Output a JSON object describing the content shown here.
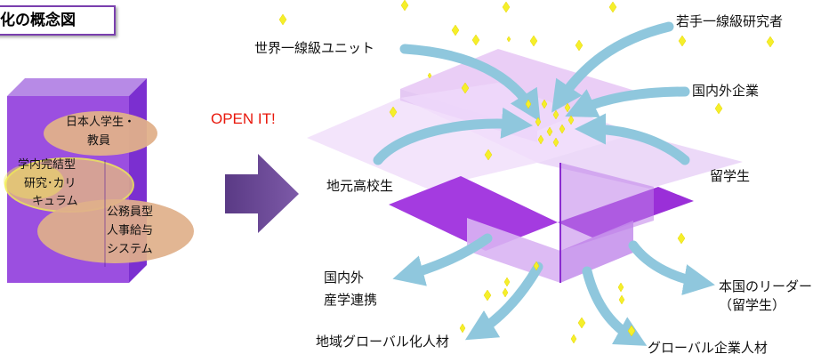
{
  "title": "化の概念図",
  "open_label": "OPEN IT!",
  "cube": {
    "labels": [
      "日本人学生・",
      "教員",
      "学内完結型",
      "研究･カリ",
      "キュラム",
      "公務員型",
      "人事給与",
      "システム"
    ]
  },
  "inflow": [
    "世界一線級ユニット",
    "若手一線級研究者",
    "国内外企業",
    "留学生",
    "地元高校生"
  ],
  "outflow": [
    "国内外",
    "産学連携",
    "地域グローバル化人材",
    "グローバル企業人材",
    "本国のリーダー",
    "（留学生）"
  ],
  "colors": {
    "cube_front": "#9b4fe0",
    "cube_side": "#7b2fd0",
    "ellipse": "#e0b08a",
    "ellipse_highlight": "#f2ee55",
    "arrow_blue": "#8fc7dd",
    "sparkle": "#f5ef2a",
    "open_text": "#e8180c",
    "title_border": "#7a3fae"
  }
}
